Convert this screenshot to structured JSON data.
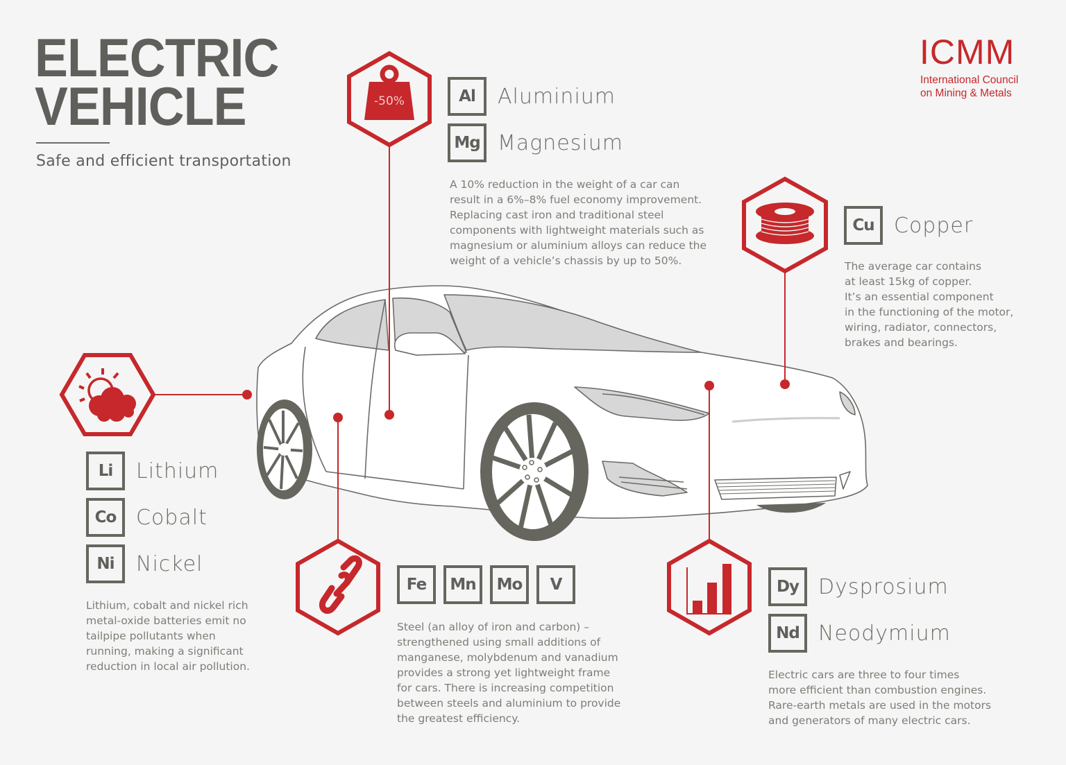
{
  "header": {
    "title_line1": "ELECTRIC",
    "title_line2": "VEHICLE",
    "subtitle": "Safe and efficient transportation"
  },
  "logo": {
    "acronym": "ICMM",
    "line1": "International Council",
    "line2": "on Mining & Metals"
  },
  "colors": {
    "accent_red": "#c6282b",
    "text_gray": "#5f5f5b",
    "body_gray": "#7d7d77",
    "background": "#f5f5f5"
  },
  "lightweight": {
    "icon": "weight-icon",
    "icon_label": "-50%",
    "elements": [
      {
        "symbol": "Al",
        "name": "Aluminium"
      },
      {
        "symbol": "Mg",
        "name": "Magnesium"
      }
    ],
    "text": "A 10% reduction in the weight of a car can\nresult in a 6%–8% fuel economy improvement.\nReplacing cast iron and traditional steel\ncomponents with lightweight materials such as\nmagnesium or aluminium alloys can reduce the\nweight of a vehicle’s chassis by up to 50%."
  },
  "copper": {
    "icon": "wire-spool-icon",
    "elements": [
      {
        "symbol": "Cu",
        "name": "Copper"
      }
    ],
    "text": "The average car contains\nat least 15kg of copper.\nIt’s an essential component\nin the functioning of the motor,\nwiring, radiator, connectors,\nbrakes and bearings."
  },
  "battery": {
    "icon": "sun-cloud-icon",
    "elements": [
      {
        "symbol": "Li",
        "name": "Lithium"
      },
      {
        "symbol": "Co",
        "name": "Cobalt"
      },
      {
        "symbol": "Ni",
        "name": "Nickel"
      }
    ],
    "text": "Lithium, cobalt and nickel rich\nmetal-oxide batteries emit no\ntailpipe pollutants when\nrunning, making a significant\nreduction in local air pollution."
  },
  "steel": {
    "icon": "chain-link-icon",
    "elements": [
      {
        "symbol": "Fe"
      },
      {
        "symbol": "Mn"
      },
      {
        "symbol": "Mo"
      },
      {
        "symbol": "V"
      }
    ],
    "text": "Steel (an alloy of iron and carbon) –\nstrengthened using small additions of\nmanganese, molybdenum and vanadium\nprovides a strong yet lightweight frame\nfor cars. There is increasing competition\nbetween steels and aluminium to provide\nthe greatest efficiency."
  },
  "rare_earth": {
    "icon": "bar-chart-icon",
    "elements": [
      {
        "symbol": "Dy",
        "name": "Dysprosium"
      },
      {
        "symbol": "Nd",
        "name": "Neodymium"
      }
    ],
    "text": "Electric cars are three to four times\nmore efficient than combustion engines.\nRare-earth metals are used in the motors\nand generators of many electric cars."
  }
}
